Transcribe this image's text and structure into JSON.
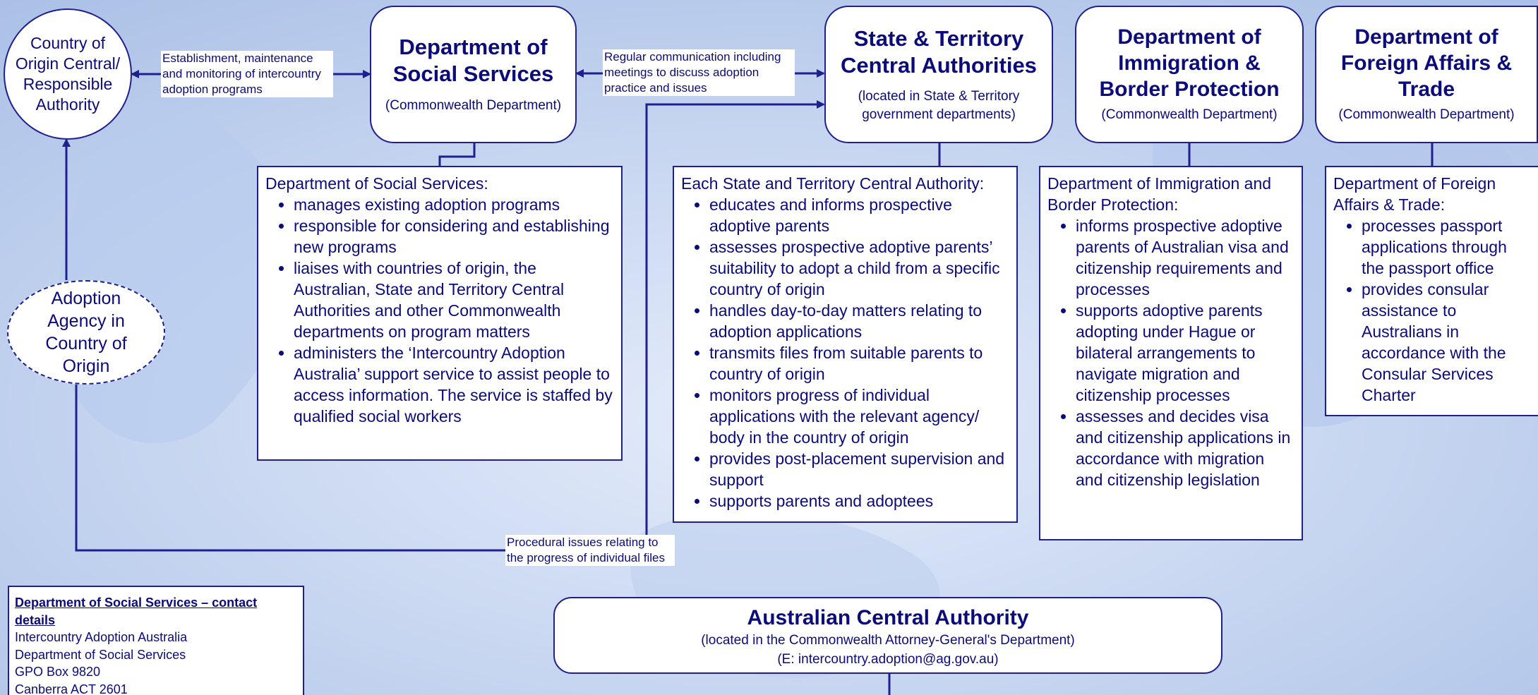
{
  "colors": {
    "navy": "#1f1f8f",
    "text": "#0b0b7a",
    "background": "#c9d7ef"
  },
  "country_of_origin": {
    "text": "Country of Origin Central/ Responsible Authority"
  },
  "adoption_agency": {
    "text": "Adoption Agency in Country of Origin"
  },
  "dss": {
    "title": "Department of Social Services",
    "subtitle": "(Commonwealth Department)"
  },
  "state": {
    "title": "State & Territory Central Authorities",
    "subtitle": "(located in State & Territory government departments)"
  },
  "immigration": {
    "title": "Department of Immigration & Border Protection",
    "subtitle": "(Commonwealth Department)"
  },
  "dfat": {
    "title": "Department of Foreign Affairs & Trade",
    "subtitle": "(Commonwealth Department)"
  },
  "acl": {
    "title": "Australian Central Authority",
    "line1": "(located in the Commonwealth Attorney-General's Department)",
    "line2": "(E: intercountry.adoption@ag.gov.au)"
  },
  "labels": {
    "establishment": "Establishment, maintenance and monitoring of intercountry adoption programs",
    "regular": "Regular communication including meetings to discuss adoption practice and issues",
    "procedural": "Procedural issues relating to the progress of individual files"
  },
  "dss_list": {
    "heading": "Department of Social Services:",
    "items": [
      "manages existing adoption programs",
      "responsible for considering and establishing new programs",
      "liaises with countries of origin, the Australian, State and Territory Central Authorities and other Commonwealth departments on program matters",
      "administers the ‘Intercountry Adoption Australia’ support service to assist people to access information. The service is staffed by qualified social workers"
    ]
  },
  "state_list": {
    "heading": "Each State and Territory Central Authority:",
    "items": [
      "educates and informs prospective adoptive parents",
      "assesses prospective adoptive parents’ suitability to adopt a child from a specific country of origin",
      "handles day-to-day matters relating to adoption applications",
      "transmits files from suitable parents to country of origin",
      "monitors progress of individual applications with the relevant agency/ body in the country of origin",
      "provides post-placement supervision and support",
      "supports parents and adoptees"
    ]
  },
  "imm_list": {
    "heading": "Department of Immigration and Border Protection:",
    "items": [
      "informs prospective adoptive parents of Australian visa and citizenship requirements and processes",
      "supports adoptive parents adopting under Hague or bilateral arrangements to navigate migration and citizenship processes",
      "assesses and decides visa and citizenship applications in accordance with migration and citizenship legislation"
    ]
  },
  "dfat_list": {
    "heading": "Department of Foreign Affairs & Trade:",
    "items": [
      "processes passport applications through the passport office",
      "provides consular assistance to Australians in accordance with the Consular Services Charter"
    ]
  },
  "contact": {
    "heading": "Department of Social Services – contact details",
    "lines": [
      "Intercountry Adoption Australia",
      "Department of Social Services",
      "GPO Box 9820",
      "Canberra ACT 2601"
    ]
  }
}
